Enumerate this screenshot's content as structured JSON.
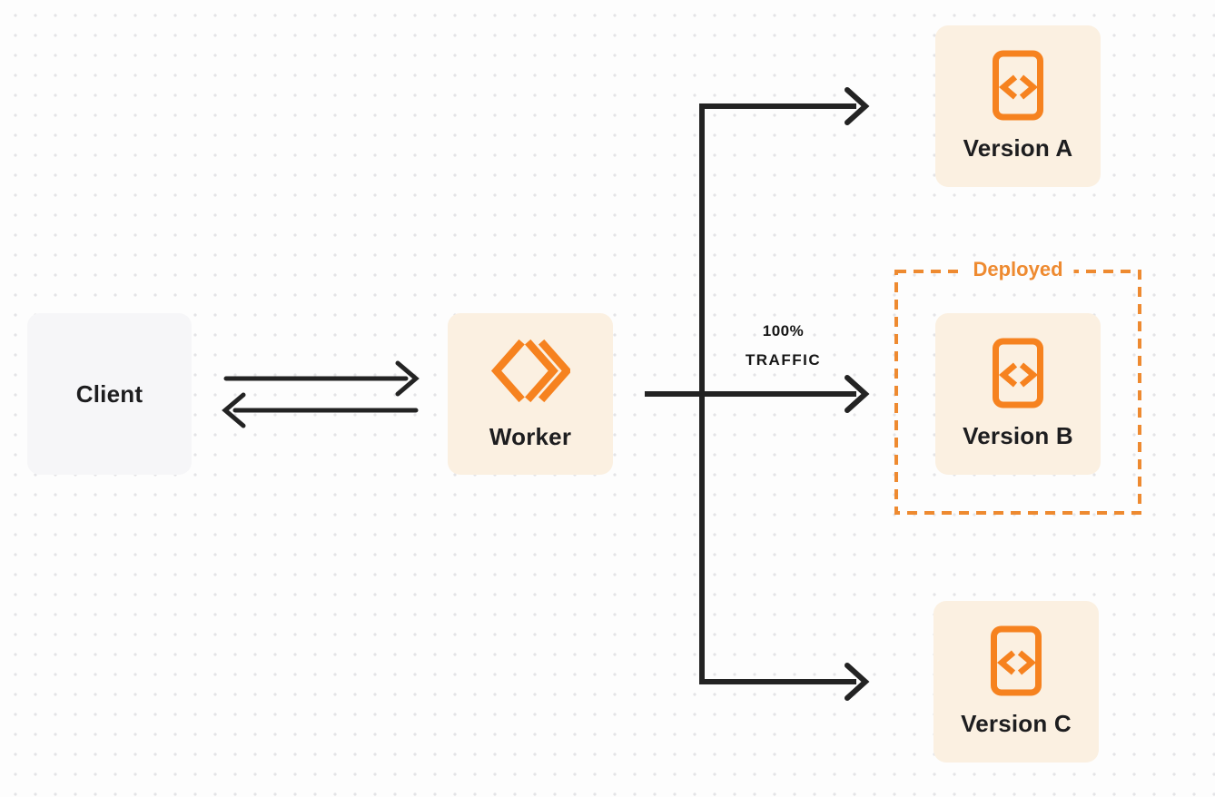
{
  "nodes": {
    "client": {
      "label": "Client"
    },
    "worker": {
      "label": "Worker"
    },
    "version_a": {
      "label": "Version A"
    },
    "version_b": {
      "label": "Version B"
    },
    "version_c": {
      "label": "Version C"
    }
  },
  "groups": {
    "deployed": {
      "label": "Deployed"
    }
  },
  "edge_labels": {
    "traffic": {
      "line1": "100%",
      "line2": "TRAFFIC"
    }
  },
  "icons": {
    "worker_icon": "double-chevron-worker-icon",
    "version_icon": "code-document-icon"
  },
  "colors": {
    "accent_orange": "#F6821F",
    "deployed_orange": "#EE8A30",
    "node_cream": "#FBF0E1",
    "node_gray": "#F6F6F8",
    "connector_dark": "#232323",
    "background": "#FDFDFD",
    "grid_dot": "#E3E3E6"
  }
}
